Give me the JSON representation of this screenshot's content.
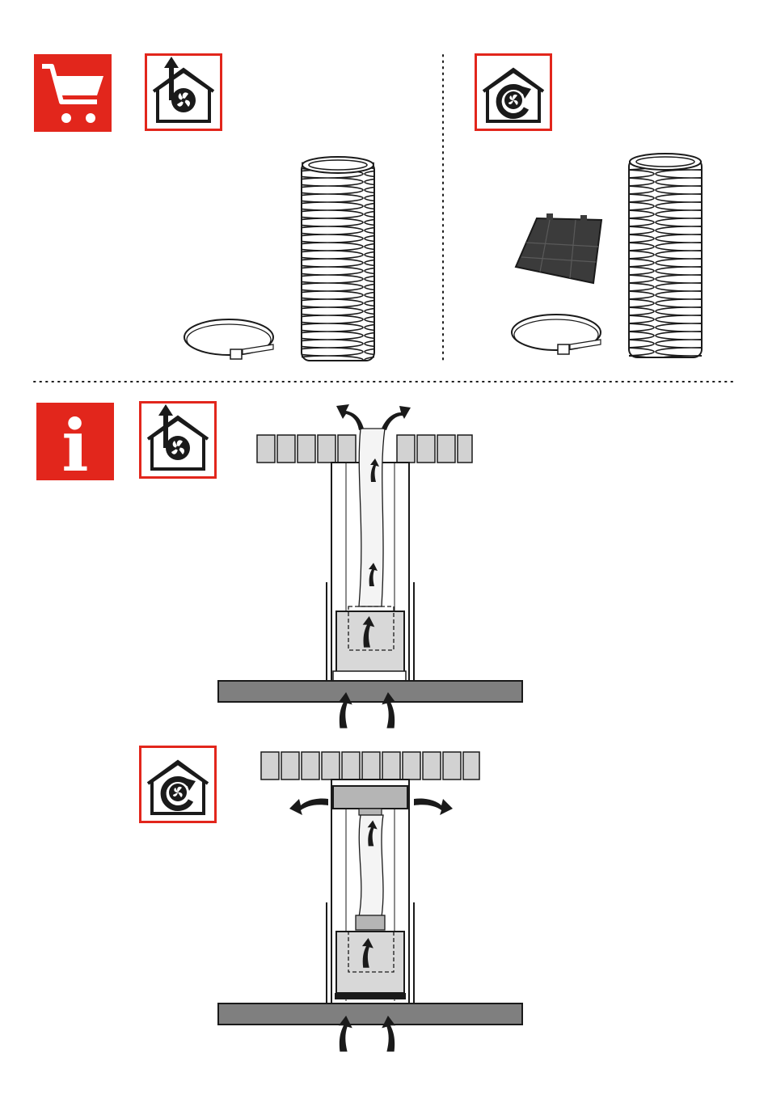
{
  "colors": {
    "accent_red": "#e2261c",
    "line_black": "#1a1a1a",
    "ceiling_gray": "#d2d2d2",
    "slab_gray": "#7f7f7f",
    "duct_fill": "#f4f4f4",
    "motor_box": "#d8d8d8",
    "filter_dark": "#3b3b3b"
  },
  "top_section": {
    "shop_icon": "shopping-cart-icon",
    "ducted_panel": {
      "mode_icon": "ducted-extraction-house-icon",
      "accessories": [
        "hose-clamp-icon",
        "flexible-duct-icon"
      ]
    },
    "recirculating_panel": {
      "mode_icon": "recirculation-house-icon",
      "accessories": [
        "carbon-filter-icon",
        "hose-clamp-icon",
        "flexible-duct-icon"
      ]
    }
  },
  "info_section": {
    "info_icon": "info-icon",
    "info_glyph": "i",
    "ducted_diagram": {
      "mode_icon": "ducted-extraction-house-icon",
      "airflow": "exhaust-outside"
    },
    "recirculating_diagram": {
      "mode_icon": "recirculation-house-icon",
      "airflow": "recirculate-into-room"
    }
  }
}
